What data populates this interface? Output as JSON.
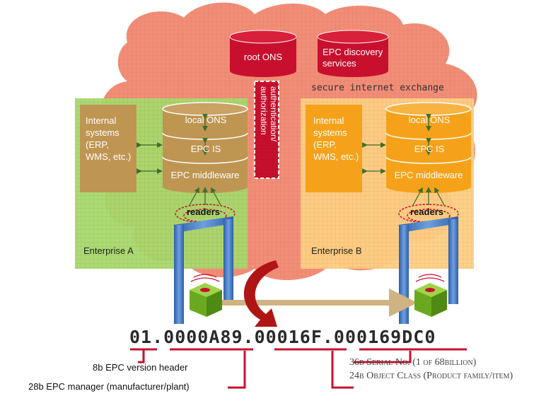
{
  "cloud": {
    "root_ons": "root ONS",
    "epc_discovery": "EPC discovery services",
    "auth": "authentication/ authorization",
    "secure_exchange": "secure internet exchange"
  },
  "enterprise_a": {
    "name": "Enterprise A",
    "internal_systems": "Internal systems (ERP, WMS, etc.)",
    "local_ons": "local ONS",
    "epc_is": "EPC IS",
    "middleware": "EPC middleware",
    "readers": "readers"
  },
  "enterprise_b": {
    "name": "Enterprise B",
    "internal_systems": "Internal systems (ERP, WMS, etc.)",
    "local_ons": "local ONS",
    "epc_is": "EPC IS",
    "middleware": "EPC middleware",
    "readers": "readers"
  },
  "epc_code": {
    "header": "01",
    "manager": "0000A89",
    "object_class": "00016F",
    "serial": "000169DC0",
    "full": "01.0000A89.00016F.000169DC0"
  },
  "annotations": {
    "version_header": "8b EPC version header",
    "manager": "28b EPC manager (manufacturer/plant)",
    "serial": "36b Serial No. (1 of 68billion)",
    "object_class": "24b Object Class (Product family/item)"
  },
  "colors": {
    "cloud": "#f08770",
    "cloud_red": "#c8102e",
    "enterprise_a_bg": "#a9d86e",
    "enterprise_b_bg": "#fbc97a",
    "tan": "#bf9552",
    "orange": "#f5a21a",
    "gate_blue": "#3f78c2",
    "tag_green": "#7cbf2a",
    "arrow_tan": "#cfb382",
    "dark_red": "#b01515"
  }
}
